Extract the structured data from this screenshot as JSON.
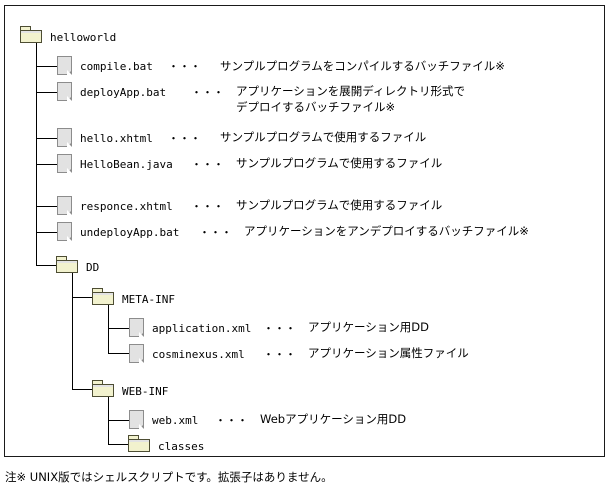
{
  "diagram": {
    "type": "file-tree",
    "root": {
      "name": "helloworld",
      "icon": "folder-icon"
    },
    "nodes": [
      {
        "name": "compile.bat",
        "icon": "file-icon",
        "dots": "・・・",
        "description": "サンプルプログラムをコンパイルするバッチファイル※",
        "description_line2": ""
      },
      {
        "name": "deployApp.bat",
        "icon": "file-icon",
        "dots": "・・・",
        "description": "アプリケーションを展開ディレクトリ形式で",
        "description_line2": "デプロイするバッチファイル※"
      },
      {
        "name": "hello.xhtml",
        "icon": "file-icon",
        "dots": "・・・",
        "description": "サンプルプログラムで使用するファイル",
        "description_line2": ""
      },
      {
        "name": "HelloBean.java",
        "icon": "file-icon",
        "dots": "・・・",
        "description": "サンプルプログラムで使用するファイル",
        "description_line2": ""
      },
      {
        "name": "responce.xhtml",
        "icon": "file-icon",
        "dots": "・・・",
        "description": "サンプルプログラムで使用するファイル",
        "description_line2": ""
      },
      {
        "name": "undeployApp.bat",
        "icon": "file-icon",
        "dots": "・・・",
        "description": "アプリケーションをアンデプロイするバッチファイル※",
        "description_line2": ""
      },
      {
        "name": "DD",
        "icon": "folder-icon",
        "dots": "",
        "description": "",
        "description_line2": ""
      },
      {
        "name": "META-INF",
        "icon": "folder-icon",
        "dots": "",
        "description": "",
        "description_line2": ""
      },
      {
        "name": "application.xml",
        "icon": "file-icon",
        "dots": "・・・",
        "description": "アプリケーション用DD",
        "description_line2": ""
      },
      {
        "name": "cosminexus.xml",
        "icon": "file-icon",
        "dots": "・・・",
        "description": "アプリケーション属性ファイル",
        "description_line2": ""
      },
      {
        "name": "WEB-INF",
        "icon": "folder-icon",
        "dots": "",
        "description": "",
        "description_line2": ""
      },
      {
        "name": "web.xml",
        "icon": "file-icon",
        "dots": "・・・",
        "description": "Webアプリケーション用DD",
        "description_line2": ""
      },
      {
        "name": "classes",
        "icon": "folder-icon",
        "dots": "",
        "description": "",
        "description_line2": ""
      }
    ]
  },
  "footnote": {
    "text": "注※ UNIX版ではシェルスクリプトです。拡張子はありません。"
  },
  "colors": {
    "folder_fill": "#f2f2ce",
    "folder_border": "#4d4d33",
    "file_fill": "#e2e2e2",
    "file_border": "#8c8c8c",
    "line": "#000000",
    "frame_border": "#1a1a1a",
    "text": "#000000"
  }
}
